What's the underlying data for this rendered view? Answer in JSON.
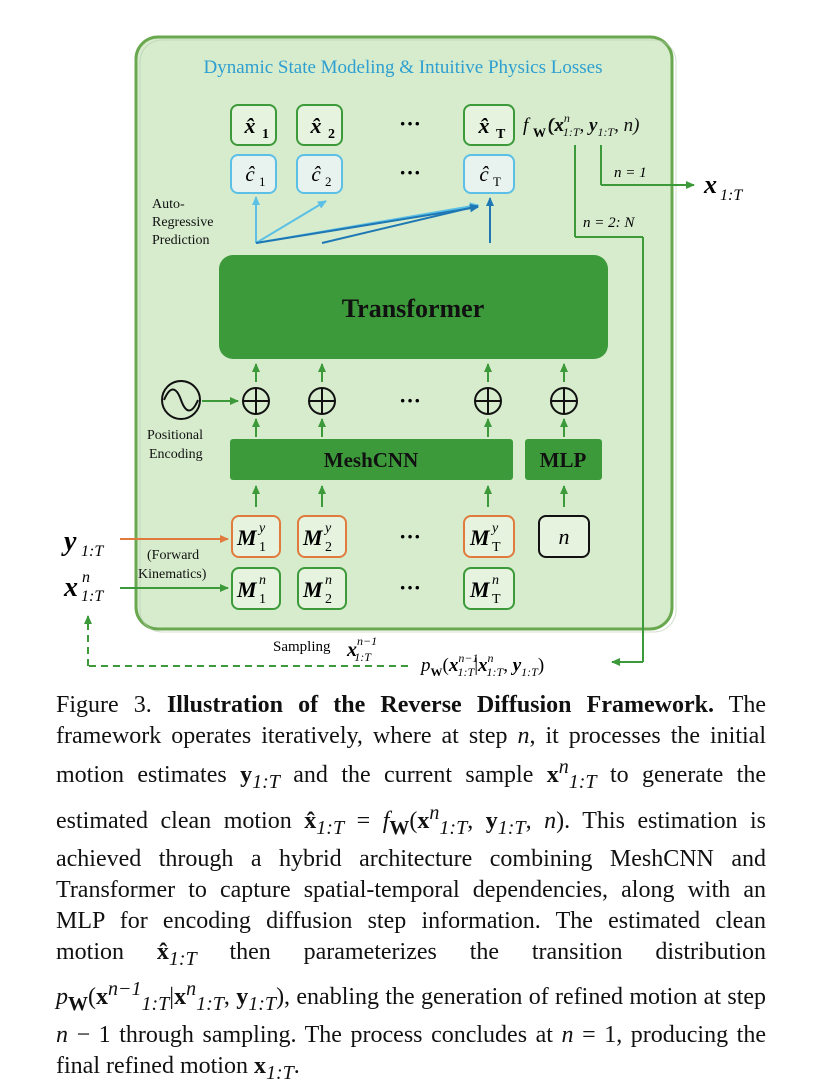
{
  "colors": {
    "panel_fill": "#d6eccd",
    "panel_stroke": "#6aa84f",
    "dark_green": "#3d9a3a",
    "light_blue": "#5cc0e6",
    "blue_arrow": "#1f78b4",
    "orange": "#e07b3d",
    "title_blue": "#2e9fd0"
  },
  "diagram": {
    "panel_title": "Dynamic State Modeling & Intuitive Physics Losses",
    "transformer_label": "Transformer",
    "meshcnn_label": "MeshCNN",
    "mlp_label": "MLP",
    "autoregressive_label": [
      "Auto-",
      "Regressive",
      "Prediction"
    ],
    "positional_encoding_label": [
      "Positional",
      "Encoding"
    ],
    "forward_kinematics_label": [
      "(Forward",
      "Kinematics)"
    ],
    "ellipsis": "···",
    "fw_label": "f",
    "fw_sub": "W",
    "fw_args": "(x",
    "n_eq_1": "n = 1",
    "n_eq_2N": "n = 2: N",
    "output_label": "x",
    "output_sub": "1:T",
    "input_y_label": "y",
    "input_y_sub": "1:T",
    "input_x_label": "x",
    "input_x_sup": "n",
    "input_x_sub": "1:T",
    "sampling_label": "Sampling",
    "step_box": "n",
    "xhat_boxes": [
      {
        "base": "x̂",
        "sub": "1"
      },
      {
        "base": "x̂",
        "sub": "2"
      },
      {
        "base": "x̂",
        "sub": "T"
      }
    ],
    "chat_boxes": [
      {
        "base": "ĉ",
        "sub": "1"
      },
      {
        "base": "ĉ",
        "sub": "2"
      },
      {
        "base": "ĉ",
        "sub": "T"
      }
    ],
    "My_boxes": [
      {
        "base": "M",
        "sup": "y",
        "sub": "1"
      },
      {
        "base": "M",
        "sup": "y",
        "sub": "2"
      },
      {
        "base": "M",
        "sup": "y",
        "sub": "T"
      }
    ],
    "Mn_boxes": [
      {
        "base": "M",
        "sup": "n",
        "sub": "1"
      },
      {
        "base": "M",
        "sup": "n",
        "sub": "2"
      },
      {
        "base": "M",
        "sup": "n",
        "sub": "T"
      }
    ]
  },
  "caption": {
    "fig_num": "Figure 3.",
    "title": "Illustration of the Reverse Diffusion Framework.",
    "text_parts": [
      " The framework operates iteratively, where at step ",
      "n",
      ", it processes the initial motion estimates ",
      "y",
      "1:T",
      " and the current sample ",
      "x",
      "n",
      "1:T",
      " to generate the estimated clean motion ",
      "x̂",
      "1:T",
      " = ",
      "f",
      "W",
      "(",
      "x",
      "n",
      "1:T",
      ", ",
      "y",
      "1:T",
      ", ",
      "n",
      "). This estimation is achieved through a hybrid architecture combining MeshCNN and Transformer to capture spatial-temporal dependencies, along with an MLP for encoding diffusion step information. The estimated clean motion ",
      "x̂",
      "1:T",
      " then parameterizes the transition distribution ",
      "p",
      "W",
      "(",
      "x",
      "n−1",
      "1:T",
      "|",
      "x",
      "n",
      "1:T",
      ", ",
      "y",
      "1:T",
      "), enabling the generation of refined motion at step ",
      "n",
      " − 1 through sampling. The process concludes at ",
      "n",
      " = 1, producing the final refined motion ",
      "x",
      "1:T",
      "."
    ]
  }
}
